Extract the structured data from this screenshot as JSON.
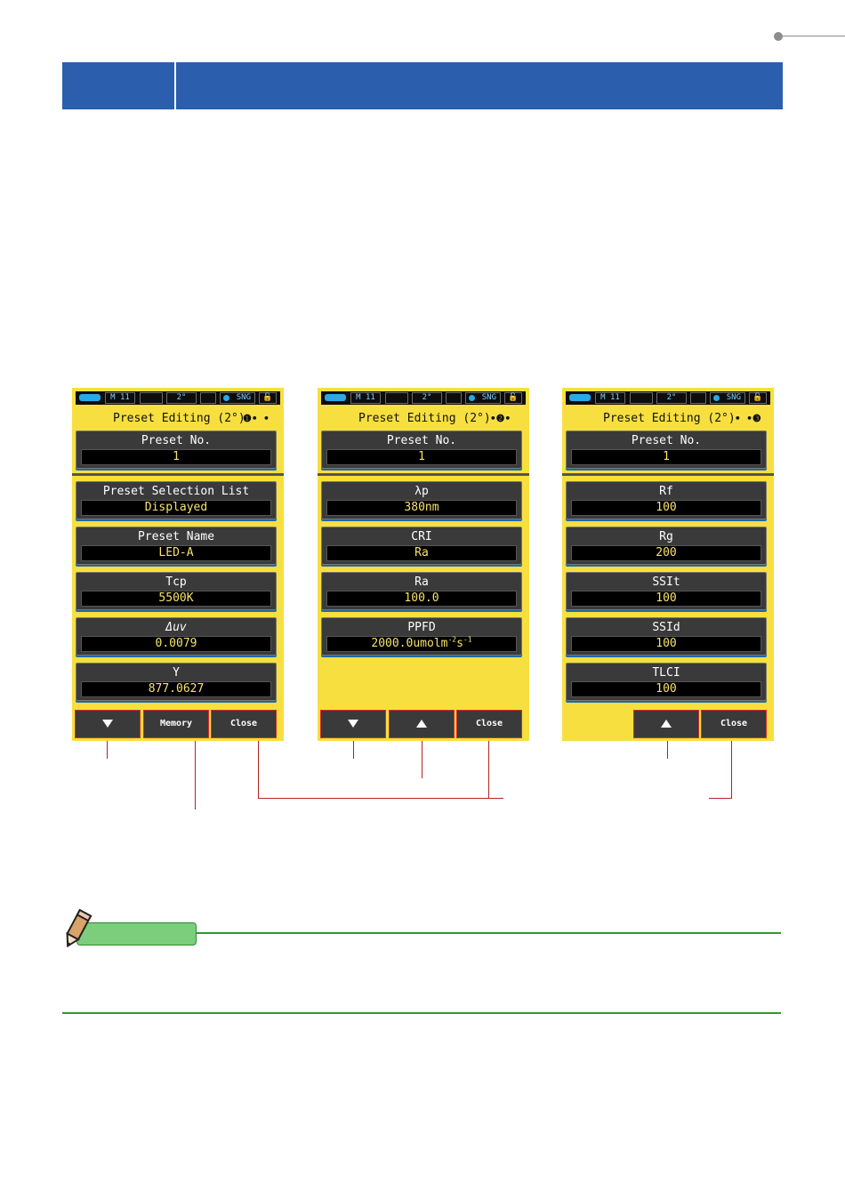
{
  "screens": [
    {
      "status": {
        "mode": "M 11",
        "angle": "2°",
        "measure": "SNG"
      },
      "title": "Preset Editing (2°)",
      "page_indicator": "❶• •",
      "preset_no": {
        "label": "Preset No.",
        "value": "1"
      },
      "fields": [
        {
          "label": "Preset Selection List",
          "value": "Displayed"
        },
        {
          "label": "Preset Name",
          "value": "LED-A"
        },
        {
          "label": "Tcp",
          "value": "5500K"
        },
        {
          "label": "Δuv",
          "value": "0.0079"
        },
        {
          "label": "Y",
          "value": "877.0627"
        }
      ],
      "buttons": [
        {
          "name": "down-button",
          "label": "",
          "icon": "down"
        },
        {
          "name": "memory-button",
          "label": "Memory",
          "icon": ""
        },
        {
          "name": "close-button",
          "label": "Close",
          "icon": ""
        }
      ]
    },
    {
      "status": {
        "mode": "M 11",
        "angle": "2°",
        "measure": "SNG"
      },
      "title": "Preset Editing (2°)",
      "page_indicator": "•❷•",
      "preset_no": {
        "label": "Preset No.",
        "value": "1"
      },
      "fields": [
        {
          "label": "λp",
          "value": "380nm"
        },
        {
          "label": "CRI",
          "value": "Ra"
        },
        {
          "label": "Ra",
          "value": "100.0"
        },
        {
          "label": "PPFD",
          "value": "2000.0umolm-2s-1"
        }
      ],
      "buttons": [
        {
          "name": "down-button",
          "label": "",
          "icon": "down"
        },
        {
          "name": "up-button",
          "label": "",
          "icon": "up"
        },
        {
          "name": "close-button",
          "label": "Close",
          "icon": ""
        }
      ]
    },
    {
      "status": {
        "mode": "M 11",
        "angle": "2°",
        "measure": "SNG"
      },
      "title": "Preset Editing (2°)",
      "page_indicator": "• •❸",
      "preset_no": {
        "label": "Preset No.",
        "value": "1"
      },
      "fields": [
        {
          "label": "Rf",
          "value": "100"
        },
        {
          "label": "Rg",
          "value": "200"
        },
        {
          "label": "SSIt",
          "value": "100"
        },
        {
          "label": "SSId",
          "value": "100"
        },
        {
          "label": "TLCI",
          "value": "100"
        }
      ],
      "buttons": [
        {
          "name": "up-button",
          "label": "",
          "icon": "up"
        },
        {
          "name": "close-button",
          "label": "Close",
          "icon": ""
        }
      ]
    }
  ],
  "colors": {
    "section_bar": "#2b5fad",
    "screen_bg": "#f7df3f",
    "callout": "#b22222",
    "memo_green": "#2e9a2e"
  },
  "icons": [
    "pencil-memo-icon",
    "battery-icon",
    "lock-icon",
    "down-arrow-icon",
    "up-arrow-icon"
  ]
}
